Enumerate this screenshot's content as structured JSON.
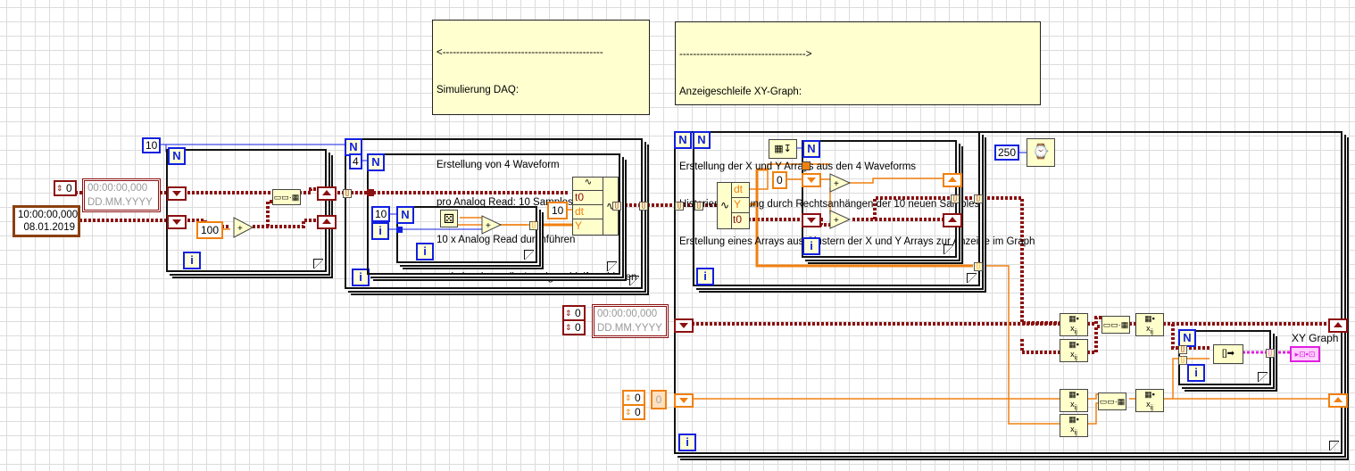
{
  "comments": {
    "daq": {
      "arrow": "<-----------------------------------------------",
      "title": "Simulierung DAQ:",
      "lines": [
        "Erstellung von 4 Waveform",
        "pro Analog Read: 10 Samples",
        "10 x Analog Read durchführen",
        "und einzeln an die Anzeigeschleife schicken"
      ]
    },
    "display": {
      "arrow": "------------------------------------->",
      "title": "Anzeigeschleife XY-Graph:",
      "lines": [
        "Erstellung der X und Y Arrays aus den 4 Waveforms",
        "Historienerstellung durch Rechtsanhängen der 10 neuen Samples",
        "Erstellung eines Arrays aus Clustern der X und Y Arrays zur Anzeige im Graph"
      ]
    }
  },
  "constants": {
    "outer_loop_count": "10",
    "waveform_count": "4",
    "samples_count": "10",
    "dt_value": "10",
    "increment_value": "100",
    "init_zero": "0",
    "wait_ms": "250"
  },
  "controls": {
    "timestamp_array_index": "0",
    "timestamp_placeholder_time": "00:00:00,000",
    "timestamp_placeholder_date": "DD.MM.YYYY",
    "start_time": "10:00:00,000",
    "start_date": "08.01.2019",
    "ts2_index_row": "0",
    "ts2_index_col": "0",
    "dbl_index_row": "0",
    "dbl_index_col": "0",
    "dbl_value": "0"
  },
  "terminals": {
    "n": "N",
    "i": "i",
    "wf_t0": "t0",
    "wf_dt": "dt",
    "wf_y": "Y"
  },
  "indicators": {
    "xy_graph_label": "XY Graph"
  },
  "colors": {
    "timestamp_wire": "#8b1010",
    "double_wire": "#f08010",
    "integer_wire": "#1020e0",
    "cluster_wire": "#e020e0",
    "comment_bg": "#ffffd0"
  }
}
